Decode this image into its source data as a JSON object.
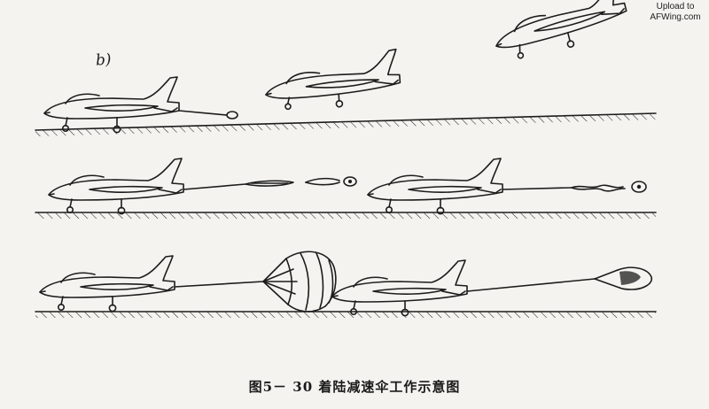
{
  "watermark": {
    "line1": "Upload to",
    "line2": "AFWing.com"
  },
  "panel_label": "b)",
  "caption": "图5－ 30   着陆减速伞工作示意图"
}
